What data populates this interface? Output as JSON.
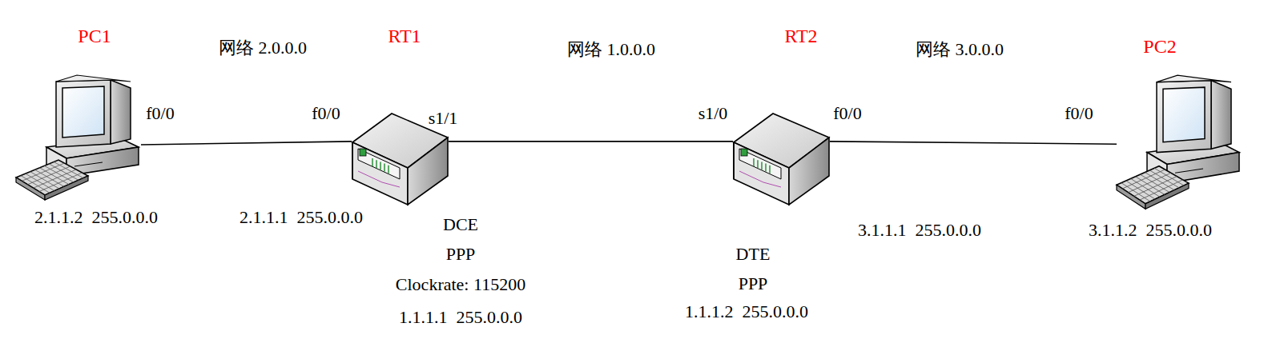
{
  "diagram": {
    "nodes": [
      {
        "text": [
          "PC1"
        ]
      },
      {
        "text": [
          "RT1"
        ]
      },
      {
        "text": [
          "RT2"
        ]
      },
      {
        "text": [
          "PC2"
        ]
      }
    ],
    "edges": [
      {
        "from": 0,
        "to": 1,
        "arrow": "none"
      },
      {
        "from": 1,
        "to": 2,
        "arrow": "none"
      },
      {
        "from": 2,
        "to": 3,
        "arrow": "none"
      }
    ],
    "labels": [
      "网络 2.0.0.0",
      "网络 1.0.0.0",
      "网络 3.0.0.0",
      "f0/0",
      "f0/0",
      "s1/1",
      "s1/0",
      "f0/0",
      "f0/0",
      "2.1.1.2  255.0.0.0",
      "2.1.1.1  255.0.0.0",
      "DCE",
      "PPP",
      "Clockrate: 115200",
      "1.1.1.1  255.0.0.0",
      "DTE",
      "PPP",
      "1.1.1.2  255.0.0.0",
      "3.1.1.1  255.0.0.0",
      "3.1.1.2  255.0.0.0"
    ]
  }
}
